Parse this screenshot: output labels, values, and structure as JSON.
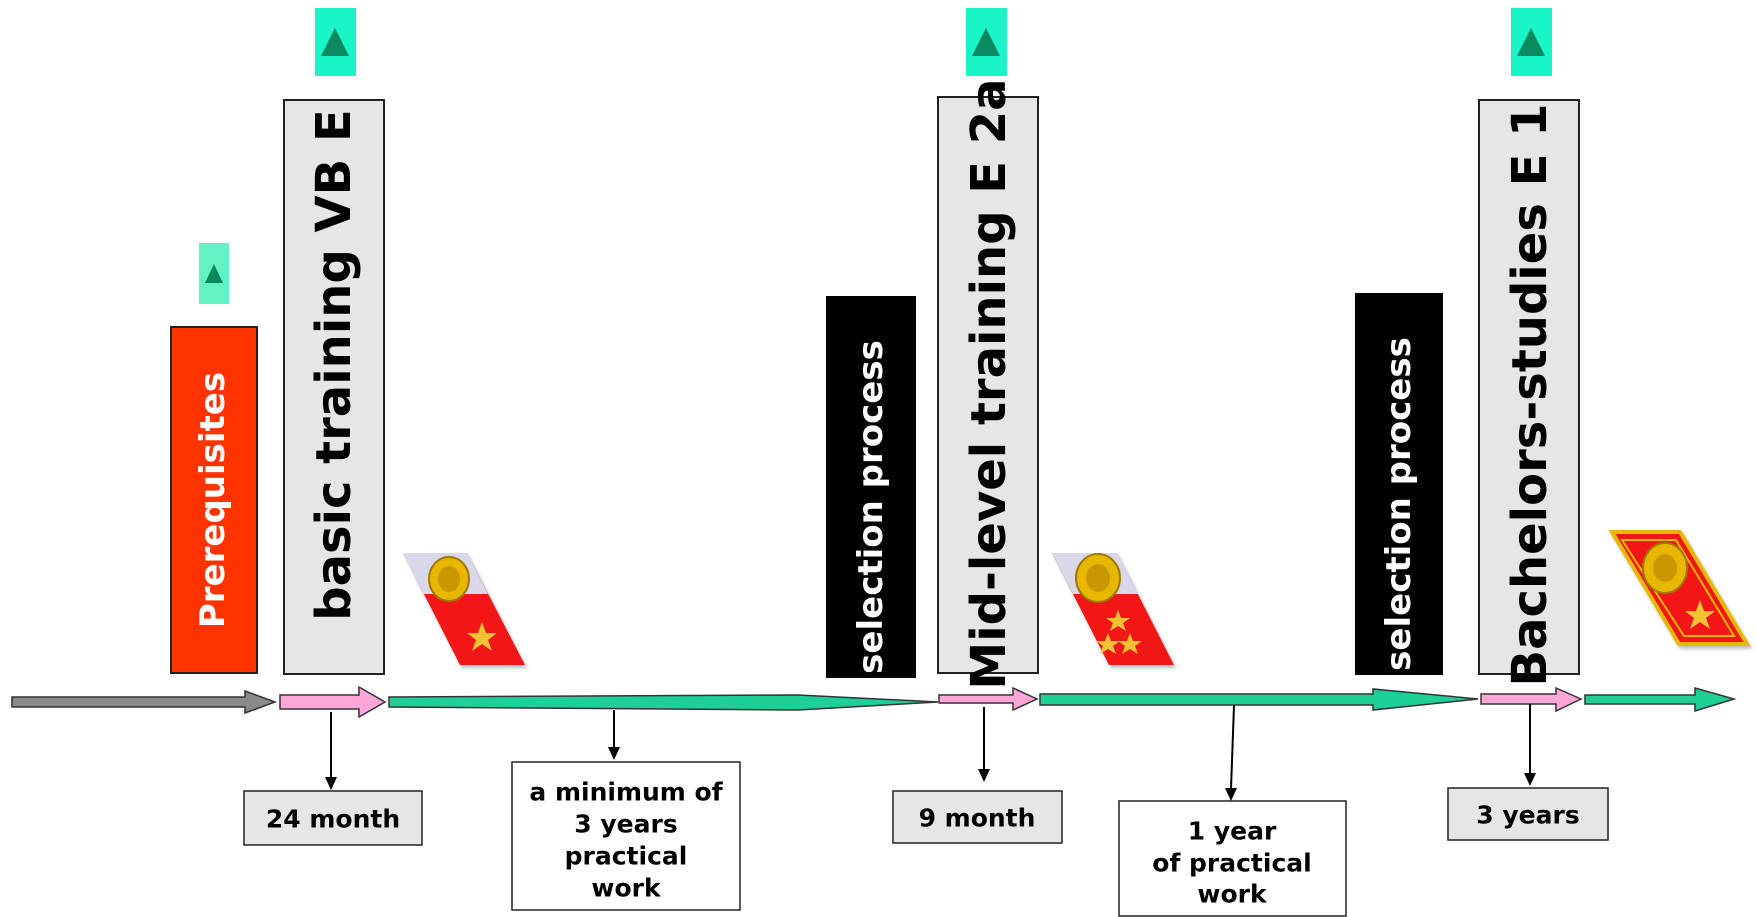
{
  "colors": {
    "marker": "#1af5c8",
    "marker_triangle": "#0a8a5e",
    "prerequisites_bg": "#ff3300",
    "phase_box_bg": "#e6e6e6",
    "selection_bg": "#000000",
    "arrow_gray": "#8a8a8a",
    "arrow_pink": "#ffa6d9",
    "arrow_teal": "#1fcf98",
    "insignia_red": "#f21818",
    "insignia_gold": "#e8b800"
  },
  "columns": {
    "prerequisites": "Prerequisites",
    "basic_training": "basic training VB E",
    "selection_1": "selection process",
    "mid_level": "Mid-level training E 2a",
    "selection_2": "selection process",
    "bachelors": "Bachelors-studies E 1"
  },
  "durations": {
    "basic": "24 month",
    "practical_1": [
      "a minimum of",
      "3 years",
      "practical",
      "work"
    ],
    "mid": "9 month",
    "practical_2": [
      "1 year",
      "of practical",
      "work"
    ],
    "bachelors": "3 years"
  },
  "icons": {
    "marker": "triangle-up-icon",
    "insignia": "rank-insignia-icon"
  }
}
